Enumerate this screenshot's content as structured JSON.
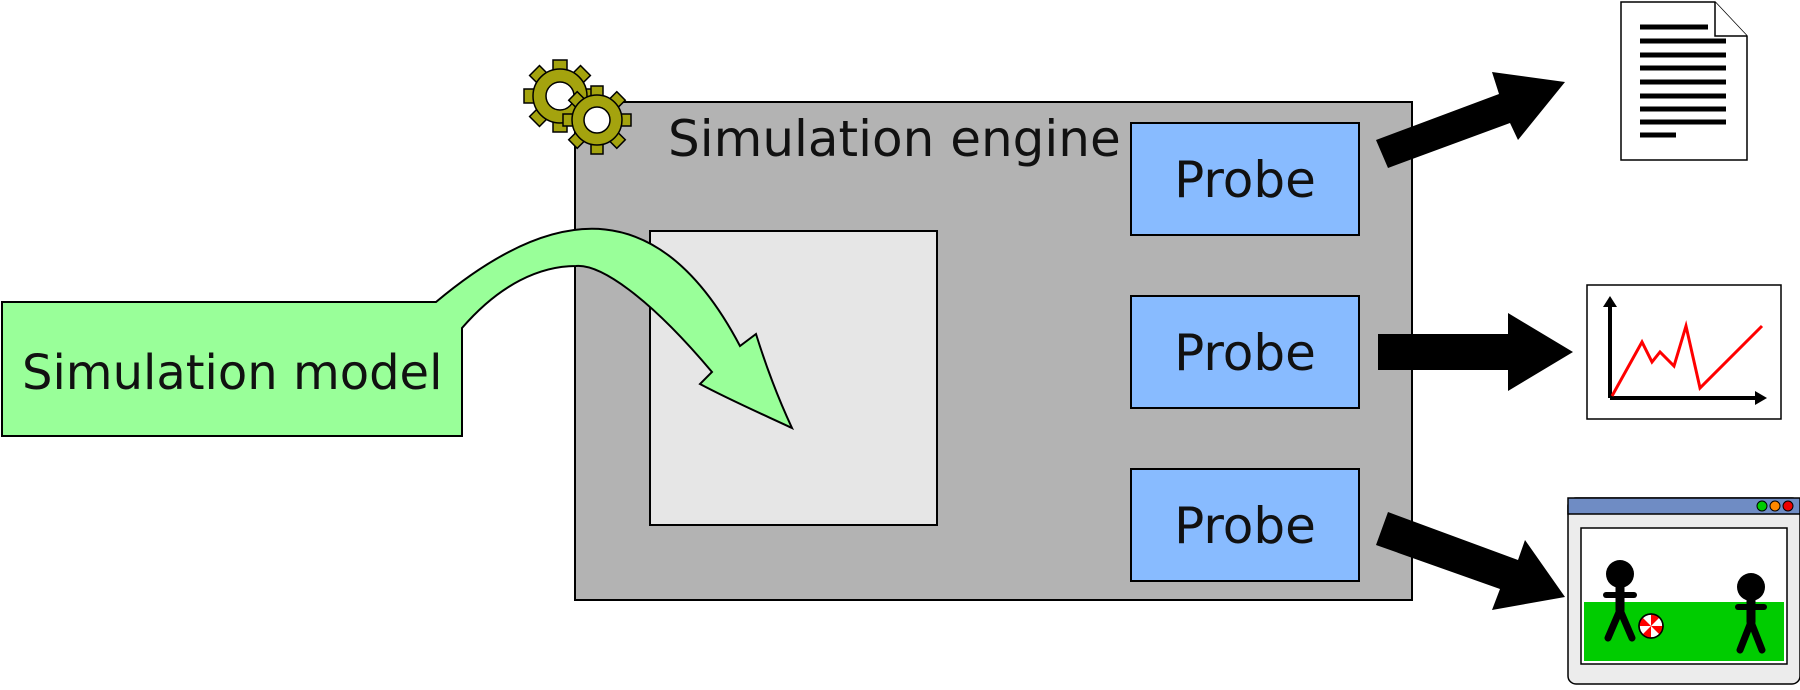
{
  "engine": {
    "title": "Simulation engine",
    "icon": "gears-icon",
    "fill": "#b3b3b3",
    "gear_color": "#a4a30e"
  },
  "model": {
    "label": "Simulation model",
    "fill": "#99ff99"
  },
  "probes": [
    {
      "label": "Probe",
      "output": "document-icon"
    },
    {
      "label": "Probe",
      "output": "line-chart-icon"
    },
    {
      "label": "Probe",
      "output": "animation-window-icon"
    }
  ],
  "colors": {
    "probe_fill": "#88bbff",
    "workspace_fill": "#e6e6e6",
    "chart_line": "#ff0000",
    "window_titlebar": "#6f8cc4",
    "window_ground": "#00cc00"
  }
}
